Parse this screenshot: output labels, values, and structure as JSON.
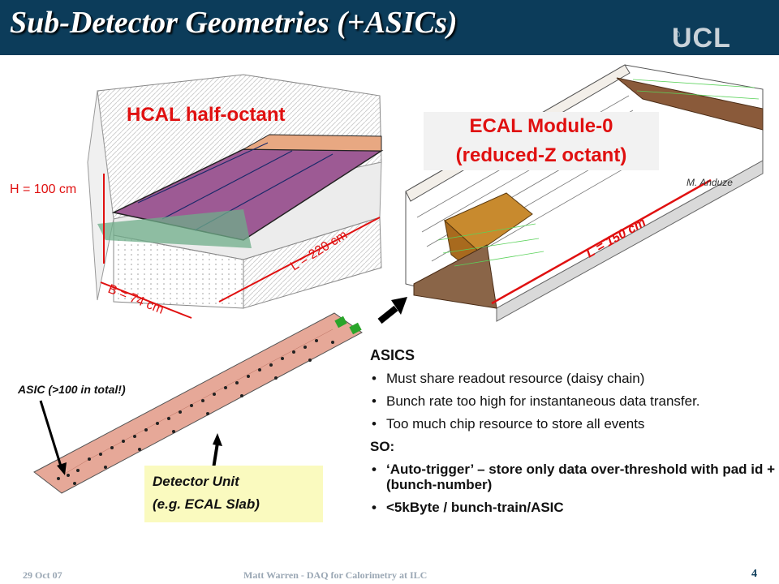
{
  "header": {
    "title": "Sub-Detector Geometries (+ASICs)",
    "logo": "UCL"
  },
  "hcal": {
    "label": "HCAL half-octant",
    "dim_h": "H = 100 cm",
    "dim_l": "L = 220 cm",
    "dim_b": "B = 74 cm"
  },
  "ecal": {
    "label_line1": "ECAL Module-0",
    "label_line2": "(reduced-Z octant)",
    "dim_l": "L = 150 cm",
    "author": "M. Anduze"
  },
  "slab": {
    "asic_note": "ASIC (>100 in total!)",
    "unit_line1": "Detector Unit",
    "unit_line2": "(e.g. ECAL Slab)"
  },
  "asics": {
    "heading": "ASICS",
    "items": [
      "Must share readout resource (daisy chain)",
      "Bunch rate too high for instantaneous data transfer.",
      "Too much chip resource to store all events"
    ],
    "so_heading": "SO:",
    "so_items": [
      "‘Auto-trigger’ – store only data over-threshold with pad id + (bunch-number)",
      "<5kByte / bunch-train/ASIC"
    ]
  },
  "footer": {
    "date": "29 Oct 07",
    "center": "Matt Warren  -  DAQ for Calorimetry at ILC",
    "page": "4"
  },
  "colors": {
    "header_bg": "#0c3c5a",
    "accent_red": "#e01010",
    "note_bg": "#fafabf",
    "slab": "#e6a898"
  }
}
